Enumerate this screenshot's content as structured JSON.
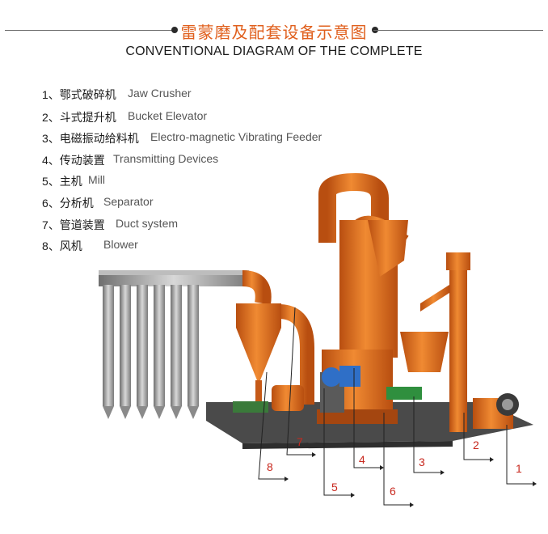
{
  "header": {
    "title_cn": "雷蒙磨及配套设备示意图",
    "title_en": "CONVENTIONAL DIAGRAM OF THE COMPLETE"
  },
  "legend": [
    {
      "num": "1、",
      "cn": "鄂式破碎机",
      "en": "Jaw Crusher"
    },
    {
      "num": "2、",
      "cn": "斗式提升机",
      "en": "Bucket Elevator"
    },
    {
      "num": "3、",
      "cn": "电磁振动给料机",
      "en": "Electro-magnetic Vibrating Feeder"
    },
    {
      "num": "4、",
      "cn": "传动装置",
      "en": "Transmitting Devices"
    },
    {
      "num": "5、",
      "cn": "主机",
      "en": "Mill"
    },
    {
      "num": "6、",
      "cn": "分析机",
      "en": "Separator"
    },
    {
      "num": "7、",
      "cn": "管道装置",
      "en": "Duct system"
    },
    {
      "num": "8、",
      "cn": "风机",
      "en": "Blower"
    }
  ],
  "callouts": [
    "1",
    "2",
    "3",
    "4",
    "5",
    "6",
    "7",
    "8"
  ],
  "colors": {
    "accent": "#e0601e",
    "machine_orange": "#e8731f",
    "callout_red": "#c8281e",
    "motor_blue": "#2f6fc7",
    "feeder_green": "#2f8f3e",
    "pipe_grey": "#9a9a9a",
    "base_dark": "#3a3a3a"
  }
}
